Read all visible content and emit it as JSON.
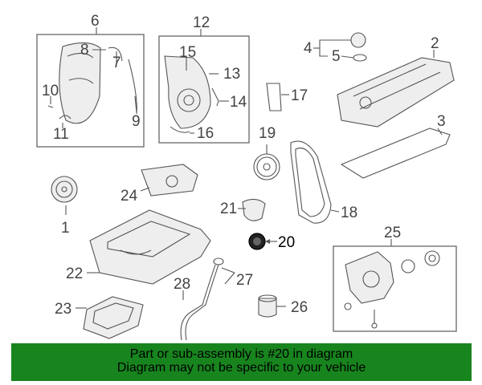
{
  "callouts": {
    "c1": "1",
    "c2": "2",
    "c3": "3",
    "c4": "4",
    "c5": "5",
    "c6": "6",
    "c7": "7",
    "c8": "8",
    "c9": "9",
    "c10": "10",
    "c11": "11",
    "c12": "12",
    "c13": "13",
    "c14": "14",
    "c15": "15",
    "c16": "16",
    "c17": "17",
    "c18": "18",
    "c19": "19",
    "c20": "20",
    "c21": "21",
    "c22": "22",
    "c23": "23",
    "c24": "24",
    "c25": "25",
    "c26": "26",
    "c27": "27",
    "c28": "28"
  },
  "highlighted_part": "20",
  "banner": {
    "line1": "Part or sub-assembly is #20 in diagram",
    "line2": "Diagram may not be specific to your vehicle",
    "background": "#18841e"
  }
}
